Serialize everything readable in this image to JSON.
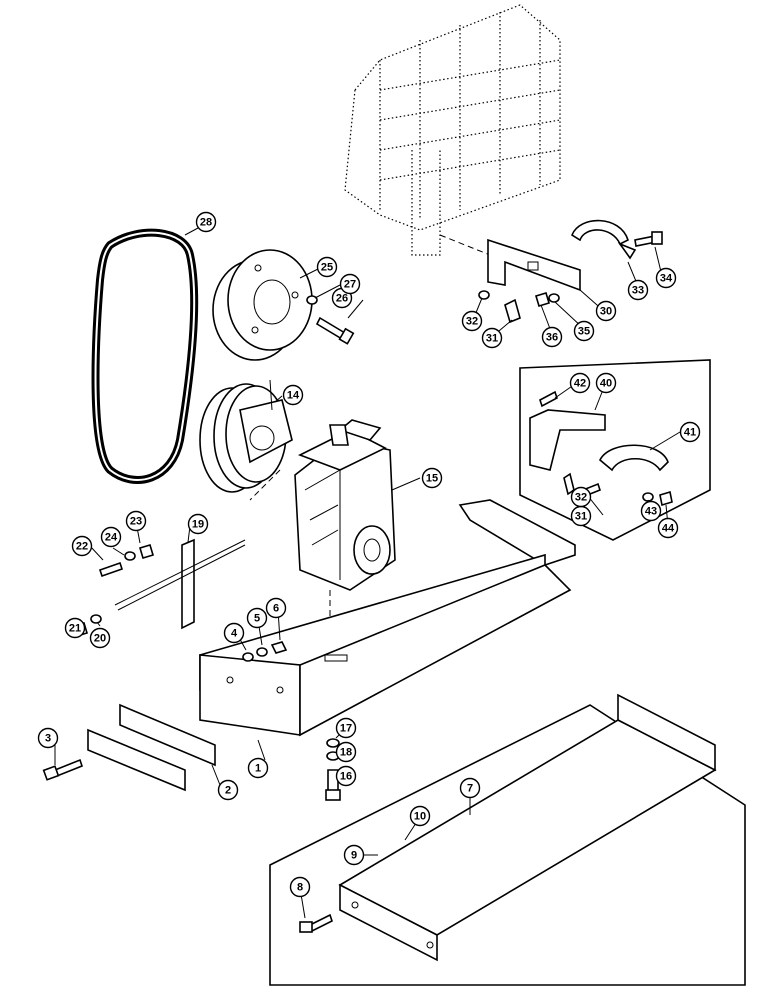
{
  "callouts": [
    "1",
    "2",
    "3",
    "4",
    "5",
    "6",
    "7",
    "8",
    "9",
    "10",
    "14",
    "15",
    "16",
    "17",
    "18",
    "19",
    "20",
    "21",
    "22",
    "23",
    "24",
    "25",
    "26",
    "27",
    "28",
    "30",
    "31",
    "32",
    "33",
    "34",
    "35",
    "36",
    "31",
    "32",
    "40",
    "41",
    "42",
    "43",
    "44"
  ]
}
